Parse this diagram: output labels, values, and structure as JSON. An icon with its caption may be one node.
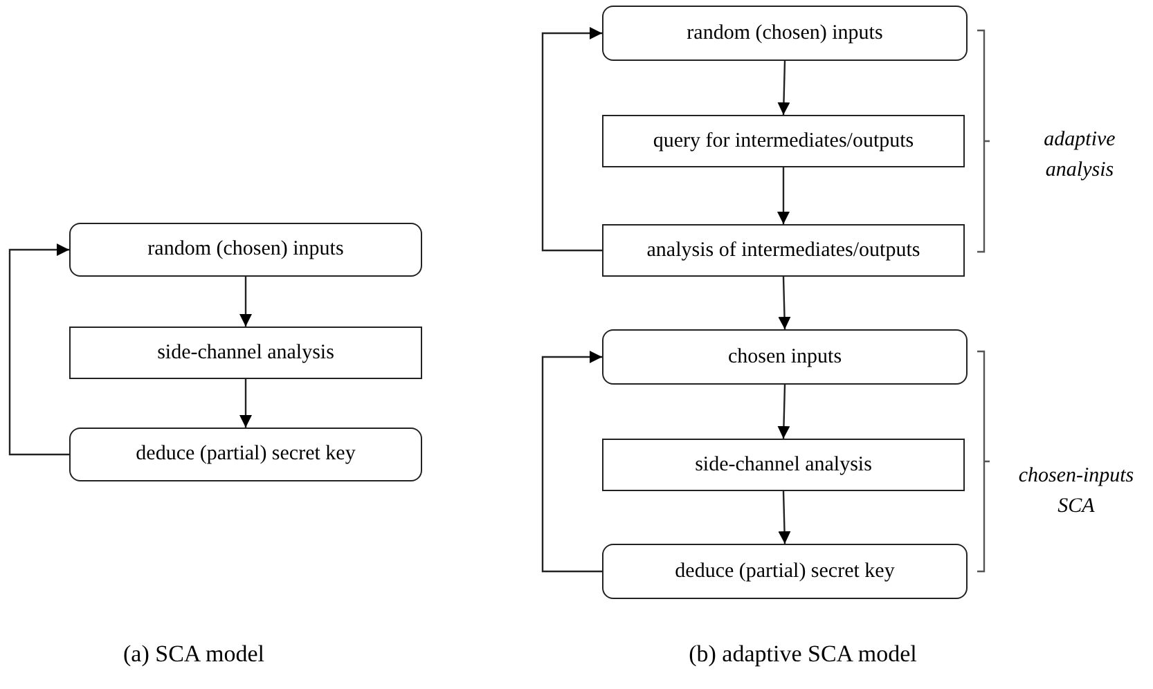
{
  "diagram": {
    "nodes": [
      {
        "text": [
          "random (chosen) inputs"
        ]
      },
      {
        "text": [
          "side-channel analysis"
        ]
      },
      {
        "text": [
          "deduce (partial) secret key"
        ]
      },
      {
        "text": [
          "random (chosen) inputs"
        ]
      },
      {
        "text": [
          "query for intermediates/outputs"
        ]
      },
      {
        "text": [
          "analysis of intermediates/outputs"
        ]
      },
      {
        "text": [
          "chosen inputs"
        ]
      },
      {
        "text": [
          "side-channel analysis"
        ]
      },
      {
        "text": [
          "deduce (partial) secret key"
        ]
      }
    ],
    "edges": [
      {
        "from": 0,
        "to": 1,
        "arrow": "to"
      },
      {
        "from": 1,
        "to": 2,
        "arrow": "to"
      },
      {
        "from": 2,
        "to": 0,
        "arrow": "to"
      },
      {
        "from": 3,
        "to": 4,
        "arrow": "to"
      },
      {
        "from": 4,
        "to": 5,
        "arrow": "to"
      },
      {
        "from": 5,
        "to": 3,
        "arrow": "to"
      },
      {
        "from": 5,
        "to": 6,
        "arrow": "to"
      },
      {
        "from": 6,
        "to": 7,
        "arrow": "to"
      },
      {
        "from": 7,
        "to": 8,
        "arrow": "to"
      },
      {
        "from": 8,
        "to": 6,
        "arrow": "to"
      }
    ],
    "labels": [
      "adaptive analysis",
      "chosen-inputs SCA",
      "(a) SCA model",
      "(b) adaptive SCA model"
    ]
  }
}
